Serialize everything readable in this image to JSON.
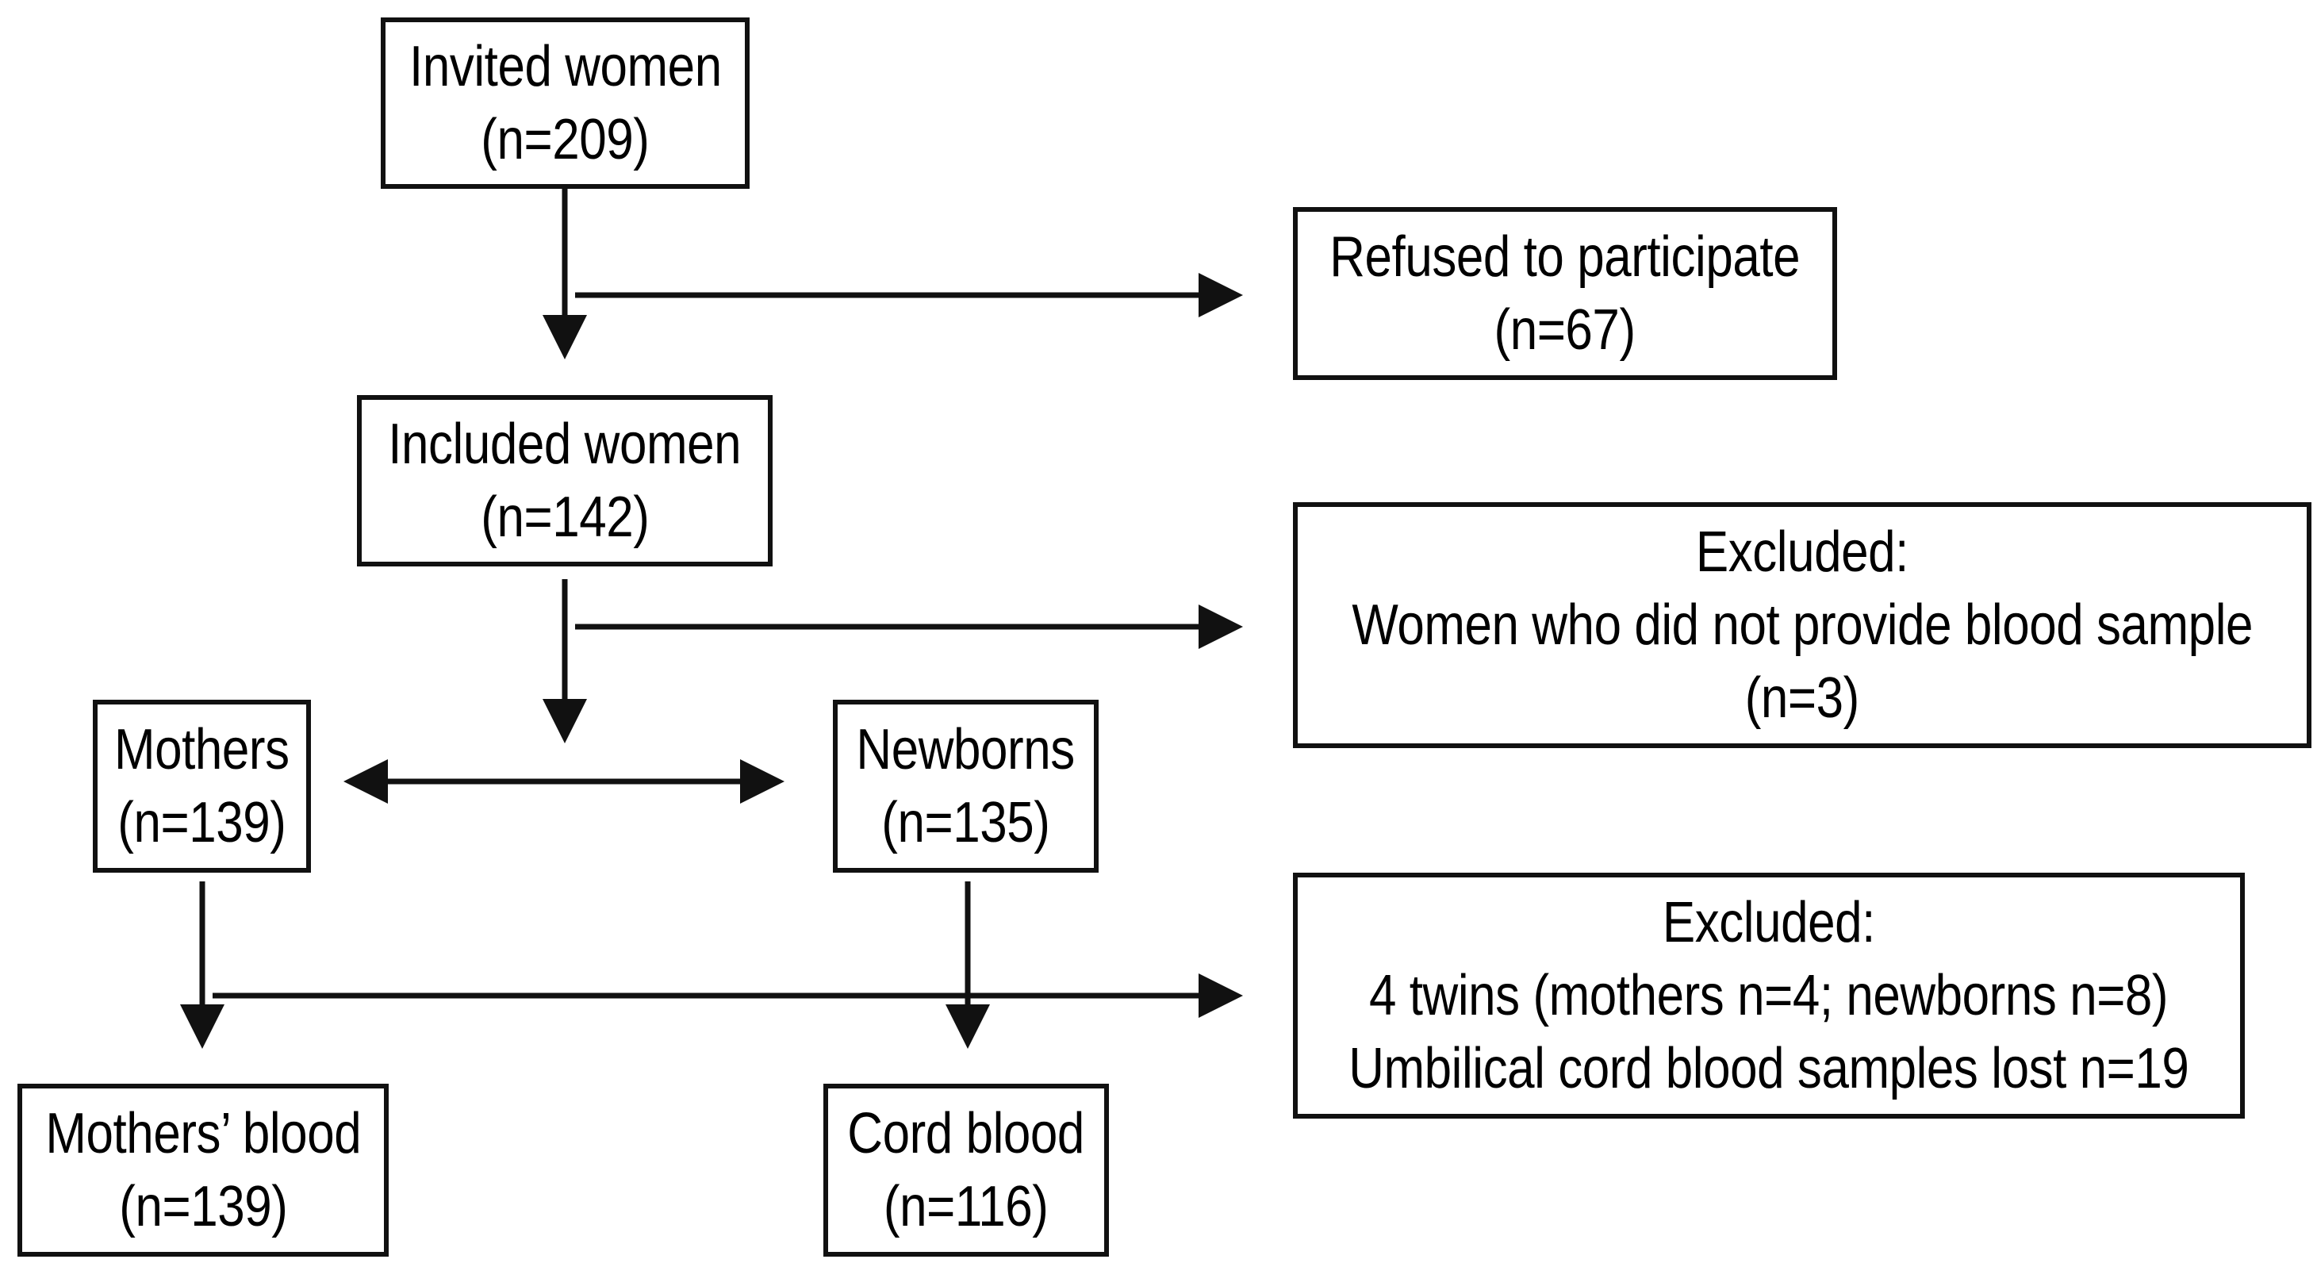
{
  "boxes": {
    "invited": {
      "title": "Invited women",
      "count": "(n=209)"
    },
    "refused": {
      "title": "Refused to participate",
      "count": "(n=67)"
    },
    "included": {
      "title": "Included women",
      "count": "(n=142)"
    },
    "excluded1": {
      "title": "Excluded:",
      "detail": "Women who did not provide blood sample",
      "count": "(n=3)"
    },
    "mothers": {
      "title": "Mothers",
      "count": "(n=139)"
    },
    "newborns": {
      "title": "Newborns",
      "count": "(n=135)"
    },
    "excluded2": {
      "title": "Excluded:",
      "detail1": "4 twins (mothers n=4; newborns n=8)",
      "detail2": "Umbilical cord blood samples lost n=19"
    },
    "mothers_blood": {
      "title": "Mothers’ blood",
      "count": "(n=139)"
    },
    "cord_blood": {
      "title": "Cord blood",
      "count": "(n=116)"
    }
  },
  "colors": {
    "stroke": "#111111",
    "background": "#ffffff"
  }
}
